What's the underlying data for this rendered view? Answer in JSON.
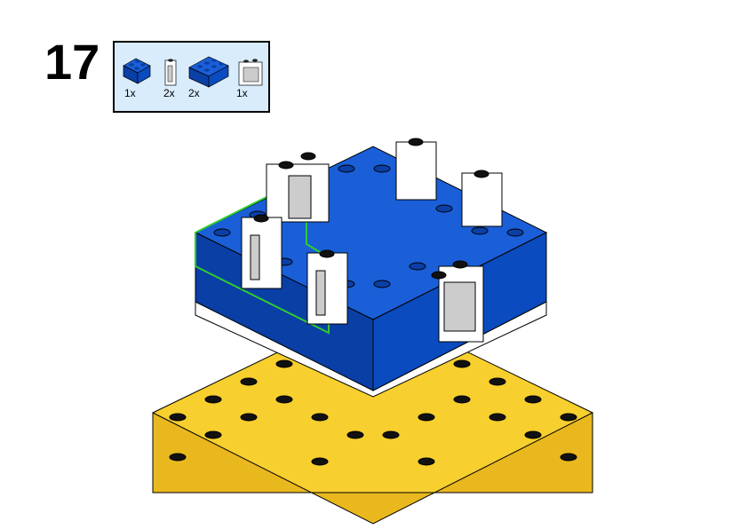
{
  "step_number": "17",
  "parts_list": [
    {
      "part": "blue-brick-2x2",
      "quantity": "1x"
    },
    {
      "part": "white-window-1x1x2",
      "quantity": "2x"
    },
    {
      "part": "blue-brick-2x3",
      "quantity": "2x"
    },
    {
      "part": "white-window-1x2x2",
      "quantity": "1x"
    }
  ],
  "colors": {
    "blue": "#0a4bbf",
    "yellow": "#f7cf2e",
    "white": "#ffffff",
    "highlight": "#2ecc2e",
    "parts_bg": "#d8ecfb"
  }
}
